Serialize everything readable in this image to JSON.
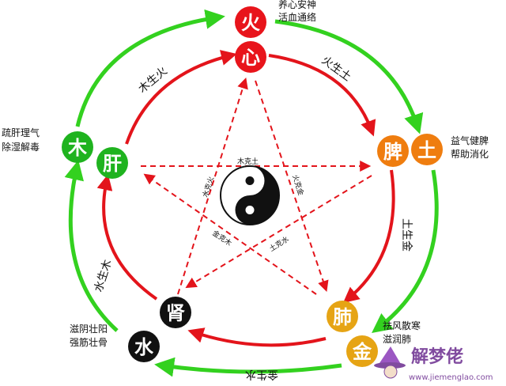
{
  "nodes": {
    "fire": {
      "element": "火",
      "organ": "心",
      "note1": "养心安神",
      "note2": "活血通络"
    },
    "earth": {
      "element": "土",
      "organ": "脾",
      "note1": "益气健脾",
      "note2": "帮助消化"
    },
    "metal": {
      "element": "金",
      "organ": "肺",
      "note1": "祛风散寒",
      "note2": "滋润肺"
    },
    "water": {
      "element": "水",
      "organ": "肾",
      "note1": "滋阴壮阳",
      "note2": "强筋壮骨"
    },
    "wood": {
      "element": "木",
      "organ": "肝",
      "note1": "疏肝理气",
      "note2": "除湿解毒"
    }
  },
  "generation": {
    "wood_fire": "木生火",
    "fire_earth": "火生土",
    "earth_metal": "土生金",
    "metal_water": "金生水",
    "water_wood": "水生木"
  },
  "control": {
    "wood_earth": "木克土",
    "fire_metal": "火克金",
    "earth_water": "土克水",
    "metal_wood": "金克木",
    "water_fire": "水克火"
  },
  "watermark": {
    "name": "解梦佬",
    "url": "www.jiemenglao.com"
  },
  "colors": {
    "fire": "#e8141b",
    "earth": "#ef7d0f",
    "metal": "#e6a414",
    "water": "#111111",
    "wood": "#1fb31f",
    "green_arrow": "#33d11f",
    "red_arrow": "#e3141b",
    "dash": "#e3141b"
  }
}
